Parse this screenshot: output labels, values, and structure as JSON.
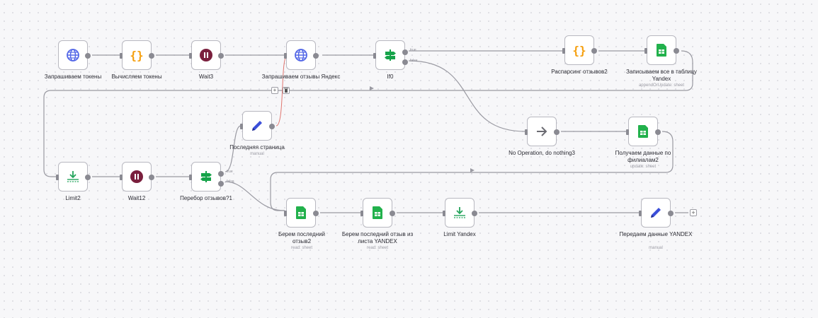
{
  "workflow": {
    "nodes": {
      "zaprashivaem_tokeny": {
        "label": "Запрашиваем токены",
        "icon": "globe-icon"
      },
      "vychislyaem_tokeny": {
        "label": "Вычисляем токены",
        "icon": "code-braces-icon"
      },
      "wait3": {
        "label": "Wait3",
        "icon": "pause-icon"
      },
      "zaprashivaem_otzyvy": {
        "label": "Запрашиваем отзывы Яндекс",
        "icon": "globe-icon"
      },
      "if0": {
        "label": "If0",
        "icon": "signpost-icon",
        "true_label": "true",
        "false_label": "false"
      },
      "rasparsing": {
        "label": "Распарсинг отзывов2",
        "icon": "code-braces-icon"
      },
      "zapisyvaem": {
        "label": "Записываем все в таблицу Yandex",
        "sub": "appendOrUpdate: sheet",
        "icon": "sheet-icon"
      },
      "poslednyaya_stranica": {
        "label": "Последняя страница",
        "sub": "manual",
        "icon": "pencil-icon"
      },
      "no_operation": {
        "label": "No Operation, do nothing3",
        "icon": "arrow-right-icon"
      },
      "poluchaem_dannye": {
        "label": "Получаем данные по филиалам2",
        "sub": "update: sheet",
        "icon": "sheet-icon"
      },
      "limit2": {
        "label": "Limit2",
        "icon": "limit-icon"
      },
      "wait12": {
        "label": "Wait12",
        "icon": "pause-icon"
      },
      "perebor": {
        "label": "Перебор отзывов?1",
        "icon": "signpost-icon",
        "true_label": "true",
        "false_label": "false"
      },
      "berem_poslednij": {
        "label": "Берем последний отзыв2",
        "sub": "read: sheet",
        "icon": "sheet-icon"
      },
      "berem_iz_lista": {
        "label": "Берем последний отзыв из листа YANDEX",
        "sub": "read: sheet",
        "icon": "sheet-icon"
      },
      "limit_yandex": {
        "label": "Limit Yandex",
        "icon": "limit-icon"
      },
      "peredaem": {
        "label": "Передаем данные YANDEX",
        "sub": "manual",
        "icon": "pencil-icon"
      }
    },
    "edge_toolbar": {
      "add": "+",
      "delete": "🗑"
    },
    "end_add": "+"
  },
  "colors": {
    "globe": "#5468e7",
    "braces": "#f59e0b",
    "pause": "#7a1f3d",
    "signpost": "#16a34a",
    "sheet": "#22b14c",
    "pencil": "#3b4fd9",
    "arrow": "#6b6b72",
    "limit": "#22a35a",
    "wire": "#9a9aa2",
    "wire_active": "#e0756e"
  }
}
